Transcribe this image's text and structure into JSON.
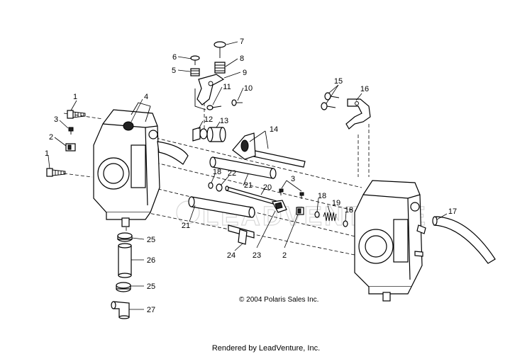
{
  "callouts": [
    "1",
    "3",
    "2",
    "1",
    "4",
    "6",
    "5",
    "7",
    "8",
    "9",
    "11",
    "10",
    "12",
    "13",
    "14",
    "18",
    "22",
    "21",
    "20",
    "3",
    "18",
    "19",
    "18",
    "21",
    "24",
    "23",
    "2",
    "15",
    "16",
    "17",
    "25",
    "26",
    "25",
    "27"
  ],
  "copyright": "© 2004 Polaris Sales Inc.",
  "rendered_by": "Rendered by LeadVenture, Inc."
}
